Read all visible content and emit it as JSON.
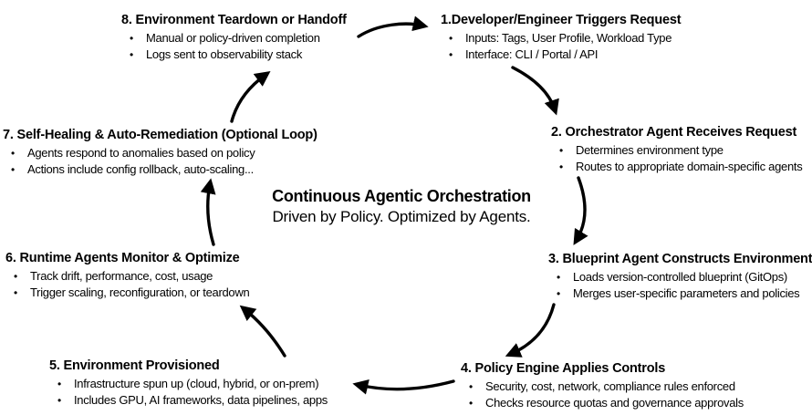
{
  "center": {
    "title": "Continuous Agentic Orchestration",
    "subtitle": "Driven by Policy. Optimized by Agents."
  },
  "steps": [
    {
      "title": "1.Developer/Engineer Triggers Request",
      "bullets": [
        "Inputs: Tags, User Profile, Workload Type",
        "Interface: CLI / Portal / API"
      ]
    },
    {
      "title": "2. Orchestrator Agent Receives Request",
      "bullets": [
        "Determines environment type",
        "Routes to appropriate domain-specific agents"
      ]
    },
    {
      "title": "3. Blueprint Agent Constructs Environment",
      "bullets": [
        "Loads version-controlled blueprint (GitOps)",
        "Merges user-specific parameters and policies"
      ]
    },
    {
      "title": "4. Policy Engine Applies Controls",
      "bullets": [
        "Security, cost, network, compliance rules enforced",
        "Checks resource quotas and governance approvals"
      ]
    },
    {
      "title": "5. Environment Provisioned",
      "bullets": [
        "Infrastructure spun up (cloud, hybrid, or on-prem)",
        "Includes GPU, AI frameworks, data pipelines, apps"
      ]
    },
    {
      "title": "6. Runtime Agents Monitor & Optimize",
      "bullets": [
        "Track drift, performance, cost, usage",
        "Trigger scaling, reconfiguration, or teardown"
      ]
    },
    {
      "title": "7. Self-Healing & Auto-Remediation (Optional Loop)",
      "bullets": [
        "Agents respond to anomalies based on policy",
        "Actions include config rollback, auto-scaling..."
      ]
    },
    {
      "title": "8. Environment Teardown or Handoff",
      "bullets": [
        "Manual or policy-driven completion",
        "Logs sent to observability stack"
      ]
    }
  ],
  "colors": {
    "background": "#ffffff",
    "text": "#000000",
    "arrow": "#000000"
  }
}
